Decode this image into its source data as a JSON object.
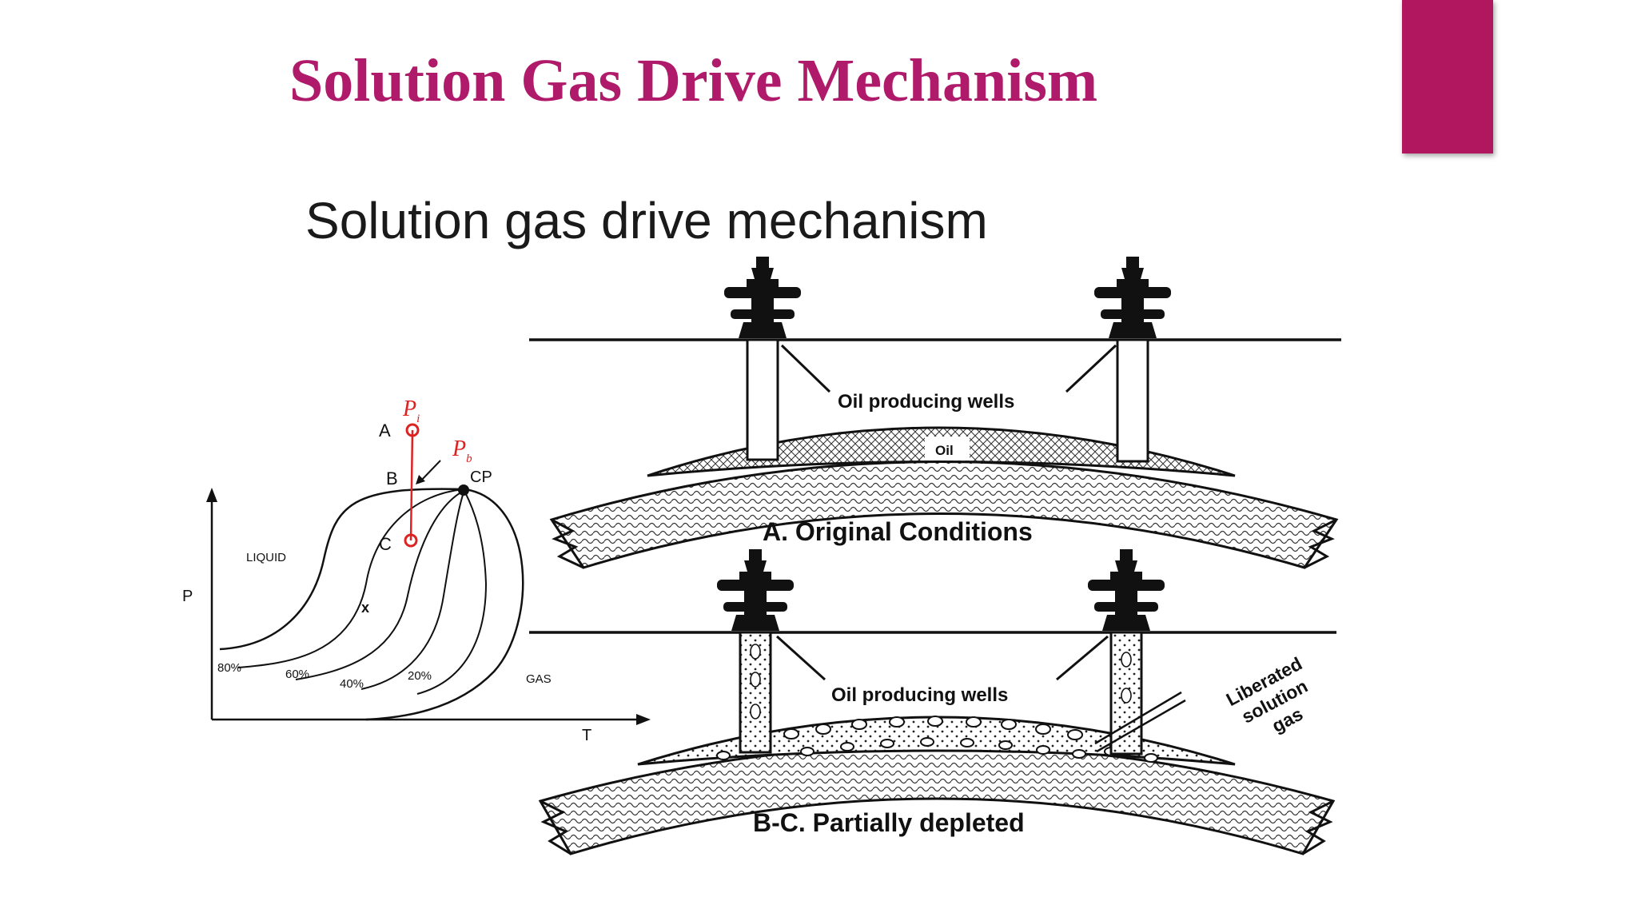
{
  "slide": {
    "title": "Solution Gas Drive Mechanism",
    "accent_color": "#b0175f",
    "title_color": "#b01a6a"
  },
  "figure": {
    "heading": "Solution gas drive mechanism",
    "phase_diagram": {
      "y_axis_label": "P",
      "x_axis_label": "T",
      "region_liquid": "LIQUID",
      "region_gas": "GAS",
      "critical_point": "CP",
      "point_a": "A",
      "point_b": "B",
      "point_c": "C",
      "marker_x": "x",
      "pi_main": "P",
      "pi_sub": "i",
      "pb_main": "P",
      "pb_sub": "b",
      "quality_lines": [
        "80%",
        "60%",
        "40%",
        "20%"
      ]
    },
    "reservoir_a": {
      "wells_label": "Oil producing wells",
      "oil_label": "Oil",
      "caption": "A.  Original Conditions"
    },
    "reservoir_b": {
      "wells_label": "Oil producing wells",
      "gas_label_lines": [
        "Liberated",
        "solution",
        "gas"
      ],
      "caption": "B-C.  Partially depleted"
    }
  }
}
